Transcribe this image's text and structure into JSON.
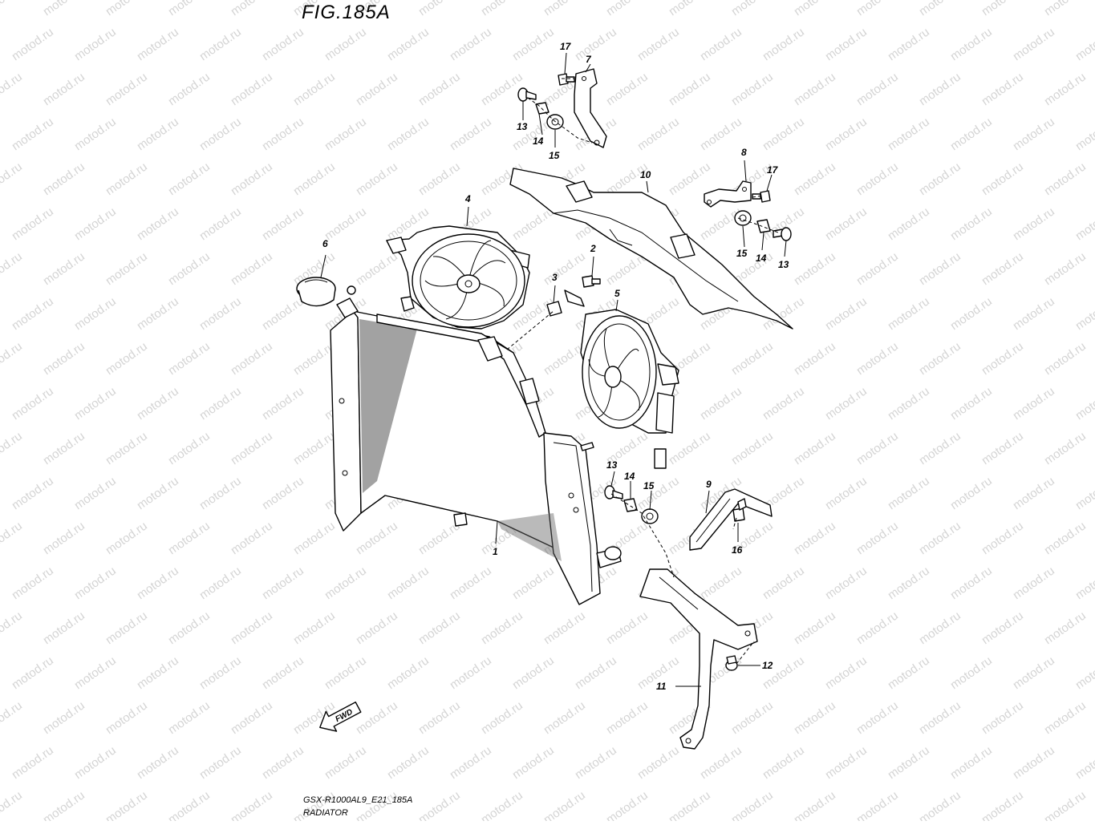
{
  "figure": {
    "title": "FIG.185A",
    "model_code": "GSX-R1000AL9_E21_185A",
    "section_name": "RADIATOR",
    "fwd_label": "FWD"
  },
  "watermark": "motod.ru",
  "callouts": [
    {
      "id": "c1",
      "number": "1"
    },
    {
      "id": "c2",
      "number": "2"
    },
    {
      "id": "c3",
      "number": "3"
    },
    {
      "id": "c4",
      "number": "4"
    },
    {
      "id": "c5",
      "number": "5"
    },
    {
      "id": "c6",
      "number": "6"
    },
    {
      "id": "c7",
      "number": "7"
    },
    {
      "id": "c8",
      "number": "8"
    },
    {
      "id": "c9",
      "number": "9"
    },
    {
      "id": "c10",
      "number": "10"
    },
    {
      "id": "c11",
      "number": "11"
    },
    {
      "id": "c12",
      "number": "12"
    },
    {
      "id": "c13a",
      "number": "13"
    },
    {
      "id": "c13b",
      "number": "13"
    },
    {
      "id": "c13c",
      "number": "13"
    },
    {
      "id": "c14a",
      "number": "14"
    },
    {
      "id": "c14b",
      "number": "14"
    },
    {
      "id": "c14c",
      "number": "14"
    },
    {
      "id": "c15a",
      "number": "15"
    },
    {
      "id": "c15b",
      "number": "15"
    },
    {
      "id": "c15c",
      "number": "15"
    },
    {
      "id": "c16",
      "number": "16"
    },
    {
      "id": "c17a",
      "number": "17"
    },
    {
      "id": "c17b",
      "number": "17"
    }
  ]
}
